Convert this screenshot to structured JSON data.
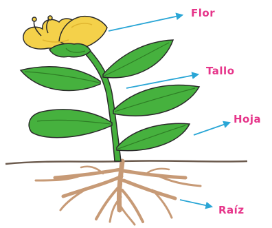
{
  "labels": {
    "flower": "Flor",
    "stem": "Tallo",
    "leaf": "Hoja",
    "root": "Raíz"
  },
  "colors": {
    "label": "#e6358a",
    "arrow": "#2aa6d6",
    "leaf": "#46b13e",
    "leaf_vein": "#2e7d25",
    "stem": "#45b03c",
    "petal": "#f4d14a",
    "petal_shadow": "#e0b52f",
    "root": "#c79a76",
    "ground": "#6b5a4d",
    "outline": "#2a2a2a"
  }
}
